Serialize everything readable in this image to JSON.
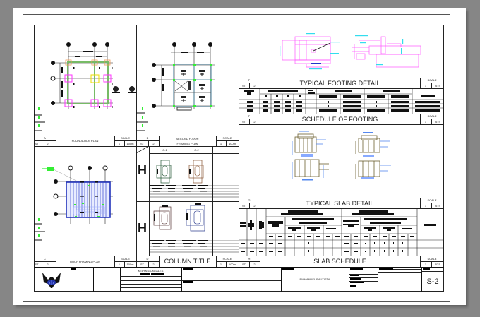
{
  "viewer": {
    "background_color": "#868686",
    "paper_color": "#ffffff"
  },
  "sheet": {
    "number": "S-2",
    "panels": {
      "foundation_plan": {
        "ref": "A",
        "sheet": "ST",
        "sheet_no": "2",
        "title": "FOUNDATION PLAN",
        "scale_label": "SCALE",
        "scale_a": "1",
        "scale_b": "100m"
      },
      "second_floor_framing_plan": {
        "ref": "B",
        "sheet": "ST",
        "sheet_no": "2",
        "title_line1": "SECOND FLOOR",
        "title_line2": "FRAMING PLAN",
        "scale_label": "SCALE",
        "scale_a": "1",
        "scale_b": "100m"
      },
      "roof_framing_plan": {
        "ref": "C",
        "sheet": "ST",
        "sheet_no": "2",
        "title": "ROOF FRAMING PLAN",
        "scale_label": "SCALE",
        "scale_a": "1",
        "scale_b": "100m"
      },
      "column_title": {
        "ref": "D",
        "sheet": "ST",
        "sheet_no": "2",
        "title": "COLUMN TITLE",
        "scale_label": "SCALE",
        "scale_a": "1",
        "scale_b": "100m",
        "columns": [
          "C-1",
          "C-2"
        ]
      },
      "typical_footing_detail": {
        "ref": "F",
        "sheet": "ST",
        "sheet_no": "2",
        "title": "TYPICAL FOOTING DETAIL",
        "scale_label": "SCALE",
        "scale_a": "1",
        "scale_b": "NTS"
      },
      "schedule_of_footing": {
        "ref": "F",
        "sheet": "ST",
        "sheet_no": "2",
        "title": "SCHEDULE OF FOOTING",
        "scale_label": "SCALE",
        "scale_a": "1",
        "scale_b": "NTS"
      },
      "typical_slab_detail": {
        "ref": "G",
        "sheet": "ST",
        "sheet_no": "2",
        "title": "TYPICAL SLAB DETAIL",
        "scale_label": "SCALE",
        "scale_a": "1",
        "scale_b": "NTS"
      },
      "slab_schedule": {
        "ref": "H",
        "sheet": "ST",
        "sheet_no": "2",
        "title": "SLAB SCHEDULE",
        "scale_label": "SCALE",
        "scale_a": "1",
        "scale_b": "NTS"
      }
    },
    "title_block": {
      "prepared_by": "KELYN GONZALES",
      "checked_by": "EMMANUEL BAUTISTA",
      "sheet_number": "S-2"
    }
  },
  "colors": {
    "footing_pink": "#ff66ff",
    "dim_cyan": "#33ddee",
    "slab_blue": "#2222aa",
    "detail_olive": "#6b6030",
    "detail_blue": "#5588ee",
    "grid_green": "#55bb55",
    "marker_green": "#33ee33",
    "column_yellow": "#eedd00",
    "column_orange": "#ee9955"
  }
}
